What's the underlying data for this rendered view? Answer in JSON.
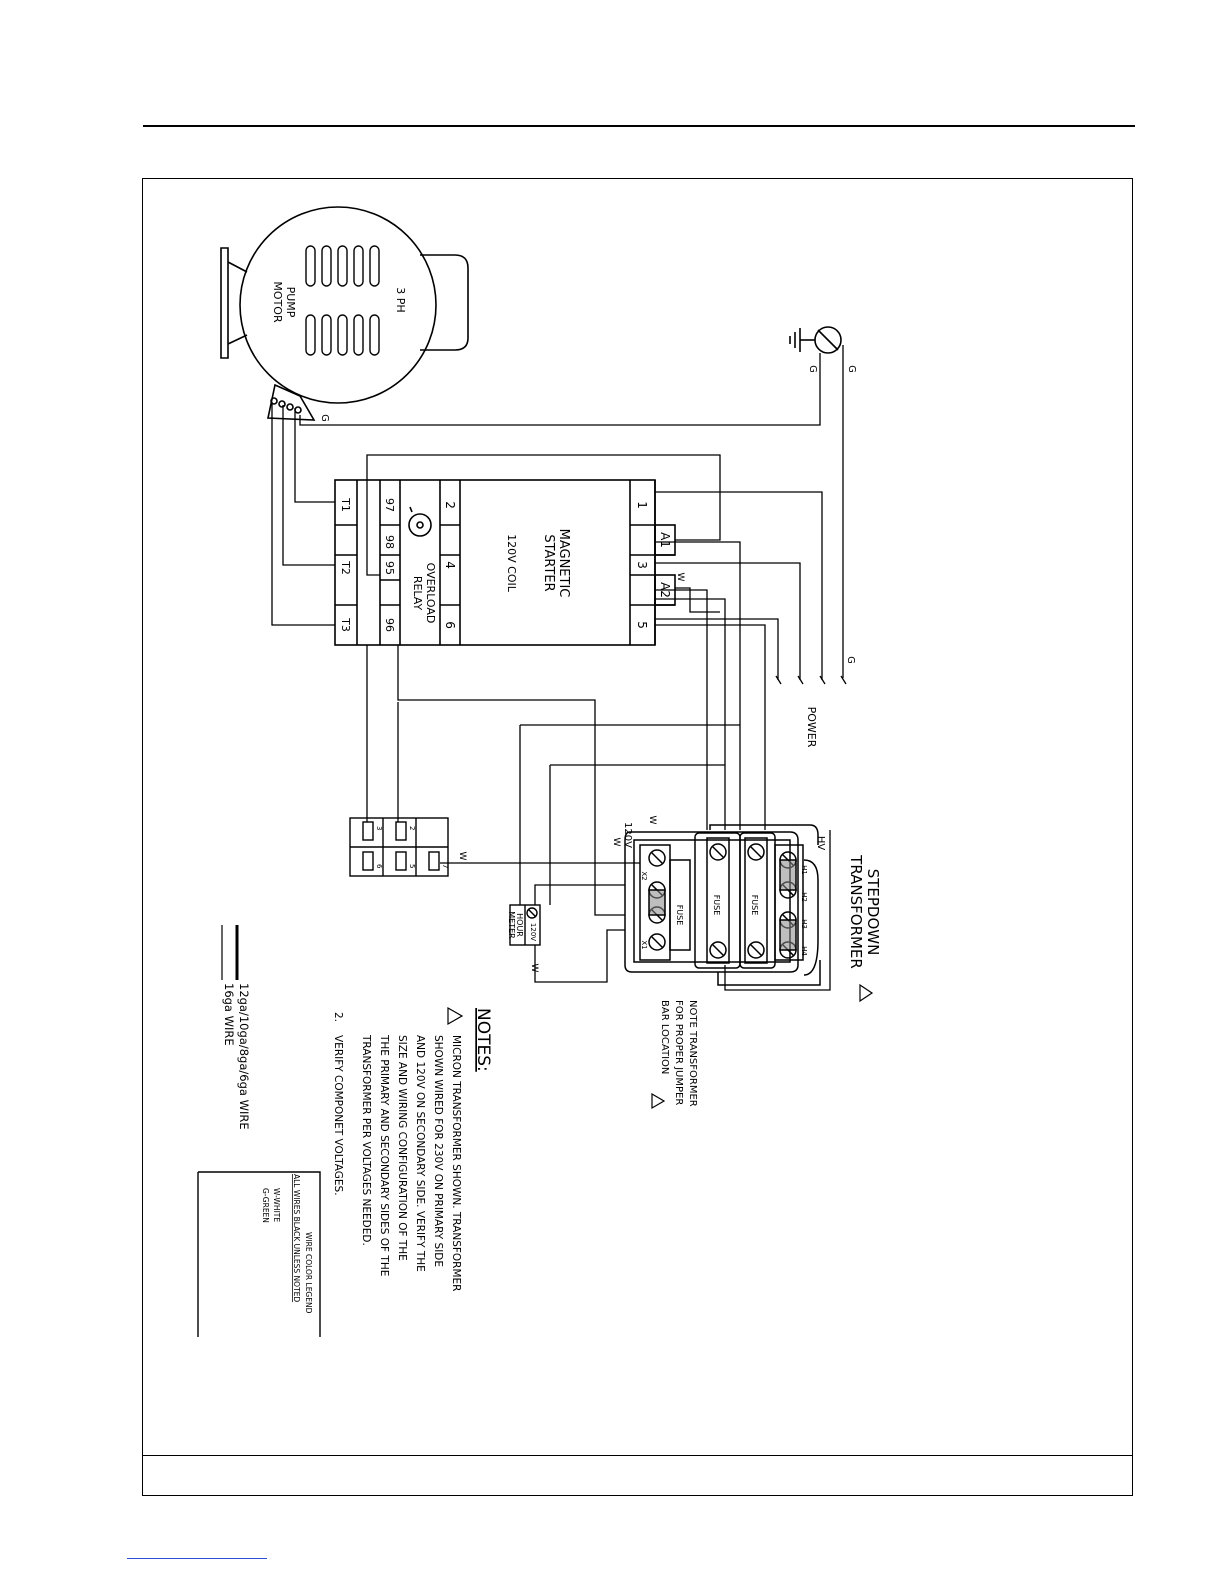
{
  "motor": {
    "phase": "3 PH",
    "line1": "PUMP",
    "line2": "MOTOR",
    "ground": "G"
  },
  "ground_symbol": {
    "g1": "G",
    "g2": "G"
  },
  "starter": {
    "line1": "MAGNETIC",
    "line2": "STARTER",
    "coil": "120V COIL",
    "top_terminals": [
      "1",
      "A1",
      "3",
      "A2",
      "5"
    ],
    "bottom_terminals": [
      "2",
      "4",
      "6"
    ],
    "overload_terminals": [
      "97",
      "98",
      "95",
      "96"
    ],
    "overload_line1": "OVERLOAD",
    "overload_line2": "RELAY",
    "load_terminals": [
      "T1",
      "T2",
      "T3"
    ],
    "white_mark": "W"
  },
  "power": {
    "label": "POWER",
    "ground": "G"
  },
  "terminal_block": {
    "cells": [
      "3",
      "2",
      "",
      "6",
      "5",
      "7"
    ],
    "white_mark": "W"
  },
  "transformer": {
    "title1": "STEPDOWN",
    "title2": "TRANSFORMER",
    "hv": "HV",
    "h_terms": [
      "H1",
      "H2",
      "H3",
      "H4"
    ],
    "fuse": "FUSE",
    "x_terms": [
      "X2",
      "X1"
    ],
    "secondary_v": "120V",
    "secondary_w": "W",
    "top_w": "W",
    "note_line1": "NOTE TRANSFORMER",
    "note_line2": "FOR PROPER JUMPER",
    "note_line3": "BAR LOCATION"
  },
  "hour_meter": {
    "line1": "HOUR",
    "line2": "METER",
    "voltage": "120V",
    "white_mark": "W"
  },
  "notes": {
    "title": "NOTES:",
    "note1": [
      "MICRON TRANSFORMER SHOWN. TRANSFORMER",
      "SHOWN WIRED FOR 230V ON PRIMARY SIDE",
      "AND 120V ON SECONDARY SIDE. VERIFY THE",
      "SIZE AND WIRING CONFIGURATION OF THE",
      "THE PRIMARY AND SECONDARY SIDES OF THE",
      "TRANSFORMER PER VOLTAGES NEEDED."
    ],
    "note2_num": "2.",
    "note2": "VERIFY COMPONET VOLTAGES."
  },
  "wire_key": {
    "heavy": "12ga/10ga/8ga/6ga WIRE",
    "light": "16ga WIRE"
  },
  "color_legend": {
    "title": "WIRE COLOR LEGEND",
    "line1": "ALL WIRES BLACK UNLESS NOTED",
    "line2": "W-WHITE",
    "line3": "G-GREEN"
  }
}
